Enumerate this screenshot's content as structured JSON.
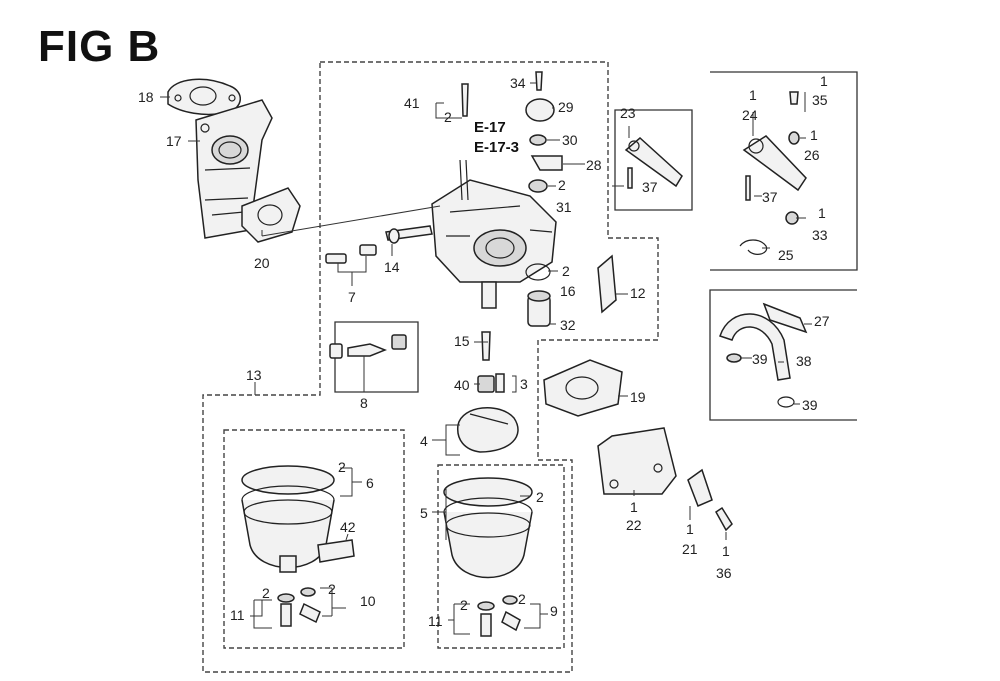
{
  "figure": {
    "title": "FIG B"
  },
  "refs": [
    "E-17",
    "E-17-3"
  ],
  "callouts": [
    {
      "id": "c18",
      "num": "18"
    },
    {
      "id": "c17",
      "num": "17"
    },
    {
      "id": "c20",
      "num": "20"
    },
    {
      "id": "c41",
      "num": "41"
    },
    {
      "id": "c41q",
      "num": "2"
    },
    {
      "id": "c34",
      "num": "34"
    },
    {
      "id": "c29",
      "num": "29"
    },
    {
      "id": "c30",
      "num": "30"
    },
    {
      "id": "c28",
      "num": "28"
    },
    {
      "id": "c31q",
      "num": "2"
    },
    {
      "id": "c31",
      "num": "31"
    },
    {
      "id": "c16q",
      "num": "2"
    },
    {
      "id": "c16",
      "num": "16"
    },
    {
      "id": "c32",
      "num": "32"
    },
    {
      "id": "c14",
      "num": "14"
    },
    {
      "id": "c7",
      "num": "7"
    },
    {
      "id": "c8",
      "num": "8"
    },
    {
      "id": "c23",
      "num": "23"
    },
    {
      "id": "c37a",
      "num": "37"
    },
    {
      "id": "c24q",
      "num": "1"
    },
    {
      "id": "c24",
      "num": "24"
    },
    {
      "id": "c35q",
      "num": "1"
    },
    {
      "id": "c35",
      "num": "35"
    },
    {
      "id": "c26q",
      "num": "1"
    },
    {
      "id": "c26",
      "num": "26"
    },
    {
      "id": "c37b",
      "num": "37"
    },
    {
      "id": "c33q",
      "num": "1"
    },
    {
      "id": "c33",
      "num": "33"
    },
    {
      "id": "c25",
      "num": "25"
    },
    {
      "id": "c12",
      "num": "12"
    },
    {
      "id": "c27",
      "num": "27"
    },
    {
      "id": "c39a",
      "num": "39"
    },
    {
      "id": "c38",
      "num": "38"
    },
    {
      "id": "c39b",
      "num": "39"
    },
    {
      "id": "c15",
      "num": "15"
    },
    {
      "id": "c40",
      "num": "40"
    },
    {
      "id": "c3",
      "num": "3"
    },
    {
      "id": "c19",
      "num": "19"
    },
    {
      "id": "c13",
      "num": "13"
    },
    {
      "id": "c4",
      "num": "4"
    },
    {
      "id": "c6q",
      "num": "2"
    },
    {
      "id": "c6",
      "num": "6"
    },
    {
      "id": "c42",
      "num": "42"
    },
    {
      "id": "c11aq",
      "num": "2"
    },
    {
      "id": "c11a",
      "num": "11"
    },
    {
      "id": "c10q",
      "num": "2"
    },
    {
      "id": "c10",
      "num": "10"
    },
    {
      "id": "c5",
      "num": "5"
    },
    {
      "id": "c5q",
      "num": "2"
    },
    {
      "id": "c11bq",
      "num": "2"
    },
    {
      "id": "c11b",
      "num": "11"
    },
    {
      "id": "c9q",
      "num": "2"
    },
    {
      "id": "c9",
      "num": "9"
    },
    {
      "id": "c22q",
      "num": "1"
    },
    {
      "id": "c22",
      "num": "22"
    },
    {
      "id": "c21q",
      "num": "1"
    },
    {
      "id": "c21",
      "num": "21"
    },
    {
      "id": "c36q",
      "num": "1"
    },
    {
      "id": "c36",
      "num": "36"
    }
  ]
}
